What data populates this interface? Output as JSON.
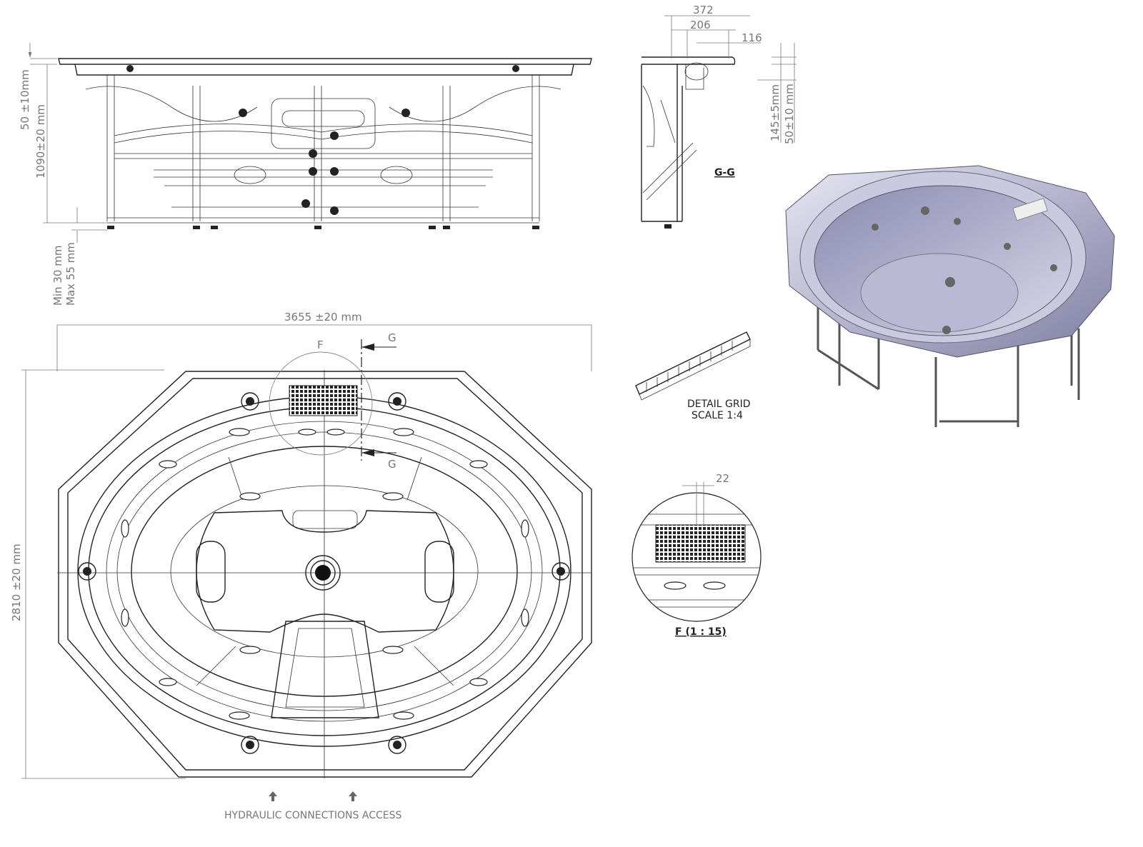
{
  "dimensions": {
    "rim_height": "50 ±10mm",
    "total_height": "1090±20 mm",
    "feet_adjust_min": "Min 30 mm",
    "feet_adjust_max": "Max 55 mm",
    "length": "3655 ±20 mm",
    "width": "2810 ±20 mm",
    "section_372": "372",
    "section_206": "206",
    "section_116": "116",
    "section_145": "145±5mm",
    "section_50": "50±10 mm",
    "grid_gap": "22"
  },
  "labels": {
    "section_view": "G-G",
    "cut_marker_top": "G",
    "cut_marker_bottom": "G",
    "detail_marker": "F",
    "detail_grid_line1": "DETAIL GRID",
    "detail_grid_line2": "SCALE 1:4",
    "detail_f": "F (1 : 15)",
    "hydraulic_access": "HYDRAULIC CONNECTIONS ACCESS"
  }
}
